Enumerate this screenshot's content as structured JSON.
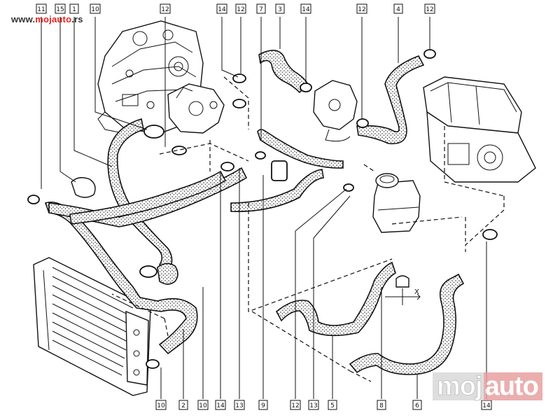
{
  "watermark": {
    "url_prefix": "www.",
    "url_brand": "mojauto",
    "url_suffix": ".rs"
  },
  "logo": {
    "part1": "moj",
    "part2": "auto"
  },
  "dimension_label": "X",
  "top_callouts": [
    "11",
    "15",
    "1",
    "10",
    "12",
    "14",
    "12",
    "7",
    "3",
    "14",
    "12",
    "4",
    "12"
  ],
  "bottom_callouts": [
    "10",
    "2",
    "10",
    "14",
    "13",
    "9",
    "12",
    "13",
    "5",
    "8",
    "6",
    "14"
  ]
}
